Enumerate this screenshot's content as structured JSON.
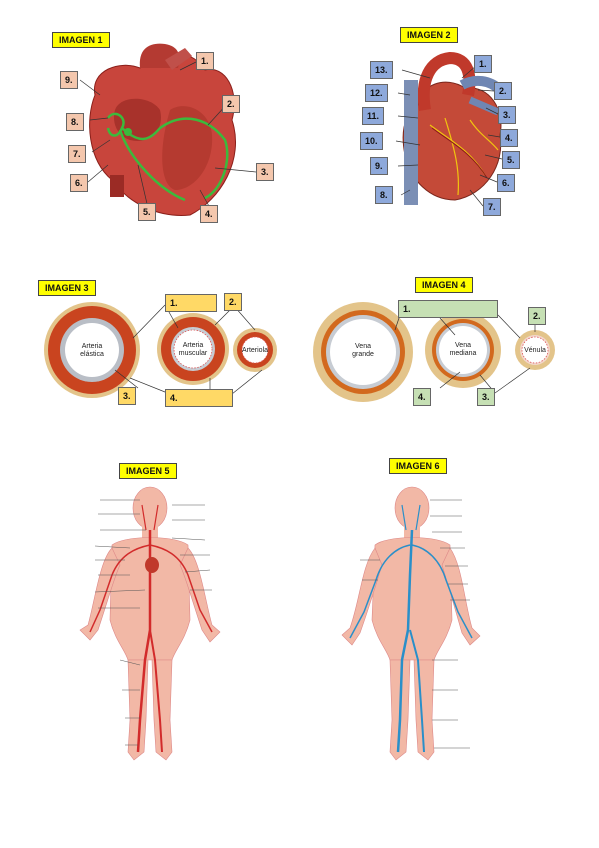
{
  "image1": {
    "title": "IMAGEN 1",
    "labels": [
      "1.",
      "2.",
      "3.",
      "4.",
      "5.",
      "6.",
      "7.",
      "8.",
      "9."
    ]
  },
  "image2": {
    "title": "IMAGEN 2",
    "labels": [
      "1.",
      "2.",
      "3.",
      "4.",
      "5.",
      "6.",
      "7.",
      "8.",
      "9.",
      "10.",
      "11.",
      "12.",
      "13."
    ]
  },
  "image3": {
    "title": "IMAGEN 3",
    "labels": [
      "1.",
      "2.",
      "3.",
      "4."
    ],
    "vessels": [
      "Arteria elástica",
      "Arteria muscular",
      "Arteriola"
    ]
  },
  "image4": {
    "title": "IMAGEN 4",
    "labels": [
      "1.",
      "2.",
      "3.",
      "4."
    ],
    "vessels": [
      "Vena grande",
      "Vena mediana",
      "Vénula"
    ]
  },
  "image5": {
    "title": "IMAGEN 5"
  },
  "image6": {
    "title": "IMAGEN 6"
  },
  "colors": {
    "title_bg": "#ffff00",
    "label_peach": "#f4c7ad",
    "label_blue": "#8ea9db",
    "label_yellow": "#ffd966",
    "label_green": "#c6e0b4",
    "heart_red": "#c8453c",
    "artery_red": "#d22b2b",
    "vein_blue": "#2a8fc9",
    "vessel_wall_orange": "#d2691e",
    "vessel_tan": "#e3c48a"
  }
}
